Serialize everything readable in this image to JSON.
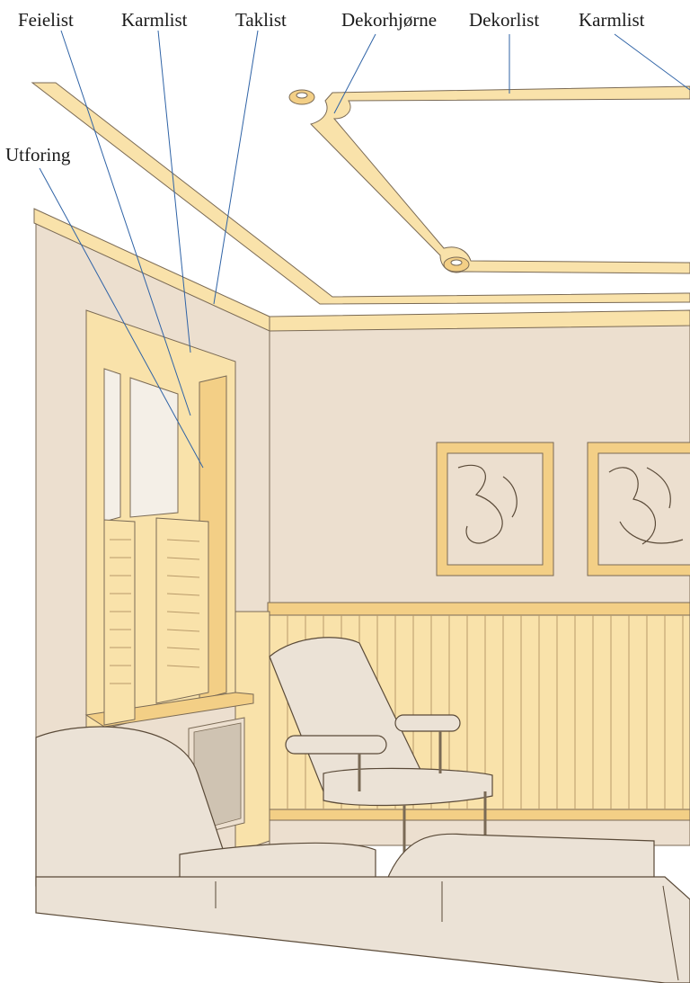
{
  "labels": {
    "feielist": "Feielist",
    "karmlist_1": "Karmlist",
    "taklist": "Taklist",
    "dekorhjorne": "Dekorhjørne",
    "dekorlist": "Dekorlist",
    "karmlist_2": "Karmlist",
    "utforing": "Utforing"
  },
  "colors": {
    "wall": "#ecdfcf",
    "trim": "#f9e2aa",
    "trim_dark": "#f3cf86",
    "outline": "#7a6a55",
    "leader": "#2f63a6",
    "ceiling": "#ffffff",
    "glass": "#f4efe7",
    "furniture": "#ebe2d6"
  }
}
